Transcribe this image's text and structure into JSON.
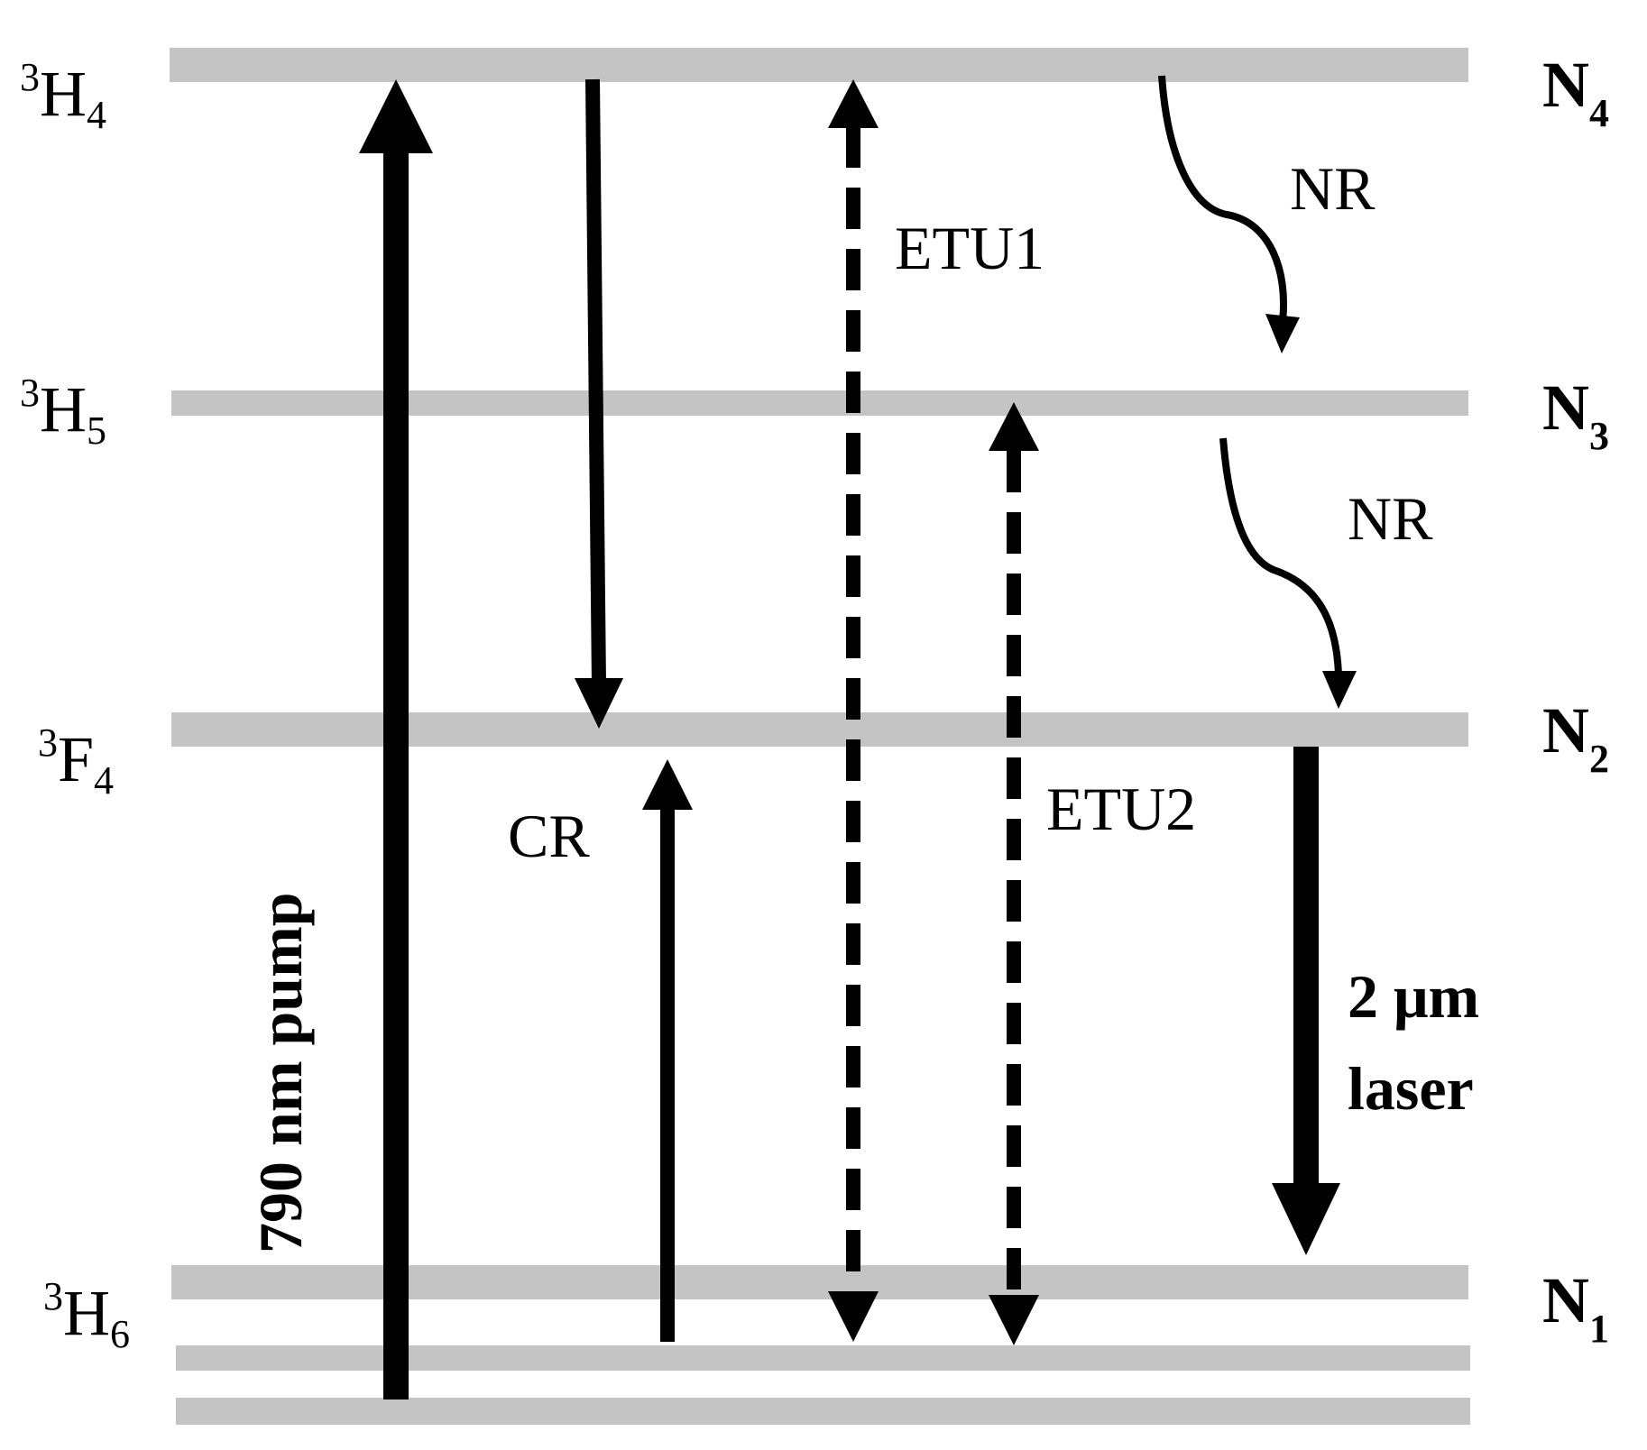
{
  "levels": [
    {
      "term_sup": "3",
      "term_main": "H",
      "term_sub": "4",
      "population_main": "N",
      "population_sub": "4"
    },
    {
      "term_sup": "3",
      "term_main": "H",
      "term_sub": "5",
      "population_main": "N",
      "population_sub": "3"
    },
    {
      "term_sup": "3",
      "term_main": "F",
      "term_sub": "4",
      "population_main": "N",
      "population_sub": "2"
    },
    {
      "term_sup": "3",
      "term_main": "H",
      "term_sub": "6",
      "population_main": "N",
      "population_sub": "1"
    }
  ],
  "transitions": {
    "pump": "790 nm pump",
    "cross_relaxation": "CR",
    "etu1": "ETU1",
    "etu2": "ETU2",
    "nr_upper": "NR",
    "nr_lower": "NR",
    "laser_line1": "2 μm",
    "laser_line2": "laser"
  },
  "colors": {
    "level_bar": "#c4c4c4",
    "arrow": "#000000",
    "background": "#ffffff"
  }
}
